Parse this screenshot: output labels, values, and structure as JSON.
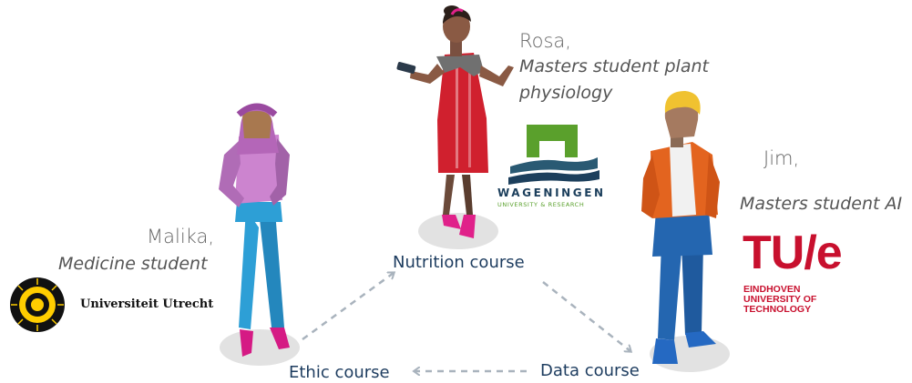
{
  "students": {
    "rosa": {
      "name": "Rosa,",
      "role_line1": "Masters student plant",
      "role_line2": "physiology"
    },
    "jim": {
      "name": "Jim,",
      "role": "Masters student AI"
    },
    "malika": {
      "name": "Malika,",
      "role": "Medicine student"
    }
  },
  "logos": {
    "wageningen": {
      "name": "WAGENINGEN",
      "subtitle": "UNIVERSITY & RESEARCH"
    },
    "tue": {
      "mark": "TU/e",
      "line1": "EINDHOVEN",
      "line2": "UNIVERSITY OF",
      "line3": "TECHNOLOGY"
    },
    "utrecht": {
      "name": "Universiteit Utrecht"
    }
  },
  "courses": {
    "nutrition": "Nutrition course",
    "data": "Data course",
    "ethic": "Ethic course"
  },
  "colors": {
    "course_text": "#1d3c5f",
    "tue_red": "#c8102e",
    "wur_green": "#5aa02c",
    "wur_blue": "#1c3f5c",
    "arrow": "#a9b3bd"
  }
}
